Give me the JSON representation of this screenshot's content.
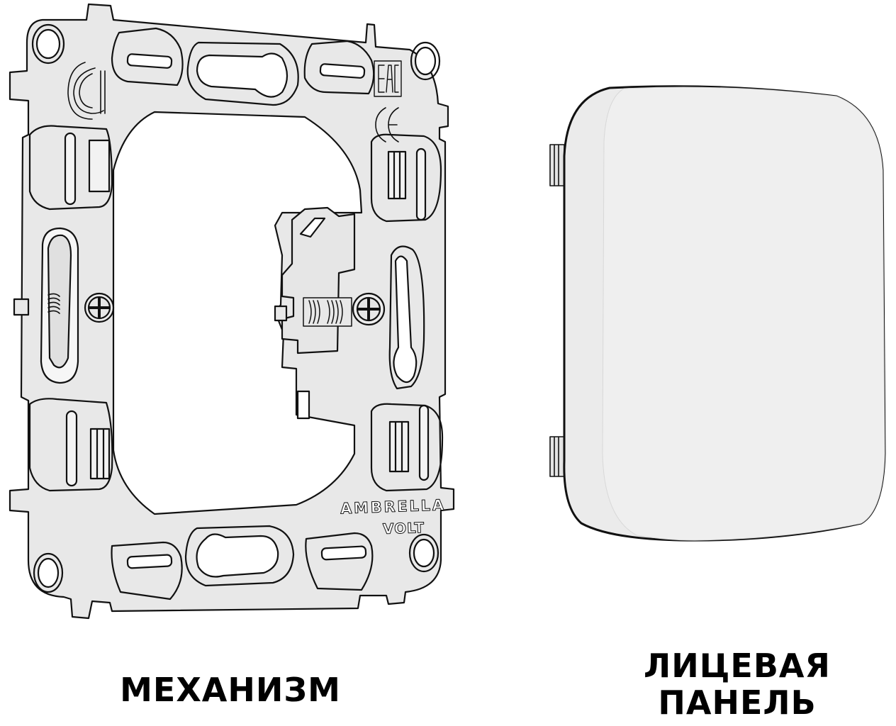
{
  "figure": {
    "type": "product-component-illustration",
    "background": "#ffffff",
    "line_color": "#111111",
    "part_fill": "#e8e8e8",
    "panel_fill": "#ebebeb",
    "panel_highlight": "#f3f3f3"
  },
  "components": [
    {
      "id": "mechanism",
      "caption": "МЕХАНИЗМ",
      "markings": {
        "brand_line1": "AMBRELLA",
        "brand_line2": "VOLT",
        "certification_eac": "EAC",
        "certification_ce": "CE",
        "logo": "ambrella-logo"
      }
    },
    {
      "id": "face-panel",
      "caption_line1": "ЛИЦЕВАЯ",
      "caption_line2": "ПАНЕЛЬ"
    }
  ]
}
